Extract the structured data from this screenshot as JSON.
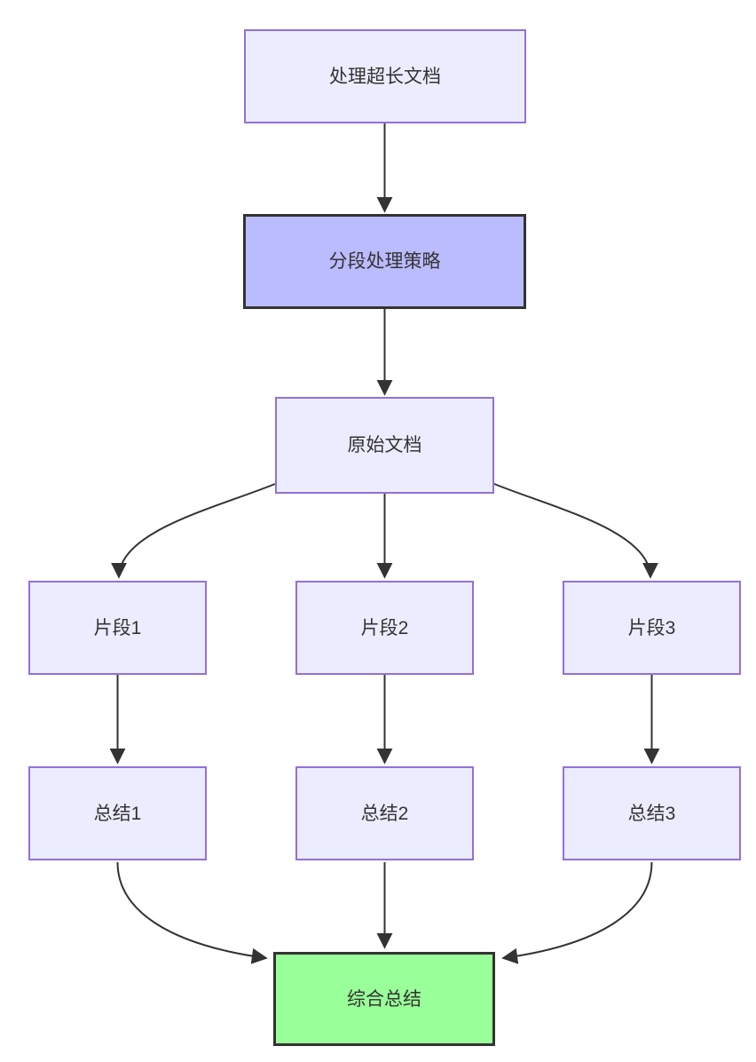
{
  "diagram": {
    "type": "flowchart",
    "direction": "top-down",
    "colors": {
      "background": "#FFFFFF",
      "node_fill": "#ECECFF",
      "node_border": "#9370DB",
      "strategy_node_fill": "#BBBBFF",
      "final_node_fill": "#99FF99",
      "emphasis_border": "#333333",
      "edge": "#333333",
      "text": "#333333"
    },
    "nodes": [
      {
        "id": "A",
        "label": "处理超长文档",
        "style": "default"
      },
      {
        "id": "B",
        "label": "分段处理策略",
        "style": "emphasis-purple"
      },
      {
        "id": "C",
        "label": "原始文档",
        "style": "default"
      },
      {
        "id": "D",
        "label": "片段1",
        "style": "default"
      },
      {
        "id": "E",
        "label": "片段2",
        "style": "default"
      },
      {
        "id": "F",
        "label": "片段3",
        "style": "default"
      },
      {
        "id": "G",
        "label": "总结1",
        "style": "default"
      },
      {
        "id": "H",
        "label": "总结2",
        "style": "default"
      },
      {
        "id": "I",
        "label": "总结3",
        "style": "default"
      },
      {
        "id": "J",
        "label": "综合总结",
        "style": "emphasis-green"
      }
    ],
    "edges": [
      {
        "from": "处理超长文档",
        "to": "分段处理策略",
        "shape": "straight"
      },
      {
        "from": "分段处理策略",
        "to": "原始文档",
        "shape": "straight"
      },
      {
        "from": "原始文档",
        "to": "片段1",
        "shape": "curve"
      },
      {
        "from": "原始文档",
        "to": "片段2",
        "shape": "straight"
      },
      {
        "from": "原始文档",
        "to": "片段3",
        "shape": "curve"
      },
      {
        "from": "片段1",
        "to": "总结1",
        "shape": "straight"
      },
      {
        "from": "片段2",
        "to": "总结2",
        "shape": "straight"
      },
      {
        "from": "片段3",
        "to": "总结3",
        "shape": "straight"
      },
      {
        "from": "总结1",
        "to": "综合总结",
        "shape": "curve"
      },
      {
        "from": "总结2",
        "to": "综合总结",
        "shape": "straight"
      },
      {
        "from": "总结3",
        "to": "综合总结",
        "shape": "curve"
      }
    ]
  }
}
